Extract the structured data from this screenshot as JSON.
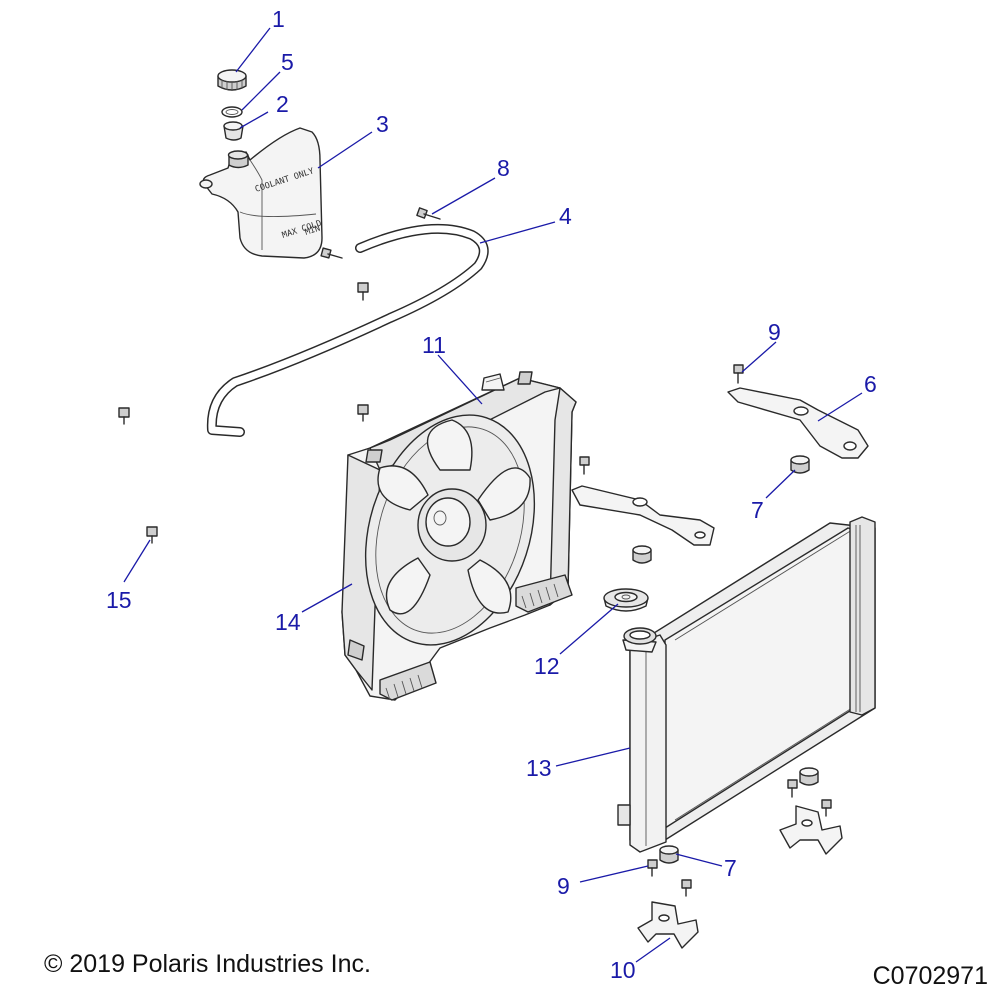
{
  "copyright": "© 2019 Polaris Industries Inc.",
  "drawing_number": "C0702971",
  "reservoir_text": {
    "line1": "COOLANT ONLY",
    "max": "MAX COLD",
    "min": "MIN"
  },
  "callouts": [
    "1",
    "2",
    "3",
    "4",
    "5",
    "6",
    "7",
    "7",
    "8",
    "9",
    "9",
    "10",
    "11",
    "12",
    "13",
    "14",
    "15"
  ]
}
